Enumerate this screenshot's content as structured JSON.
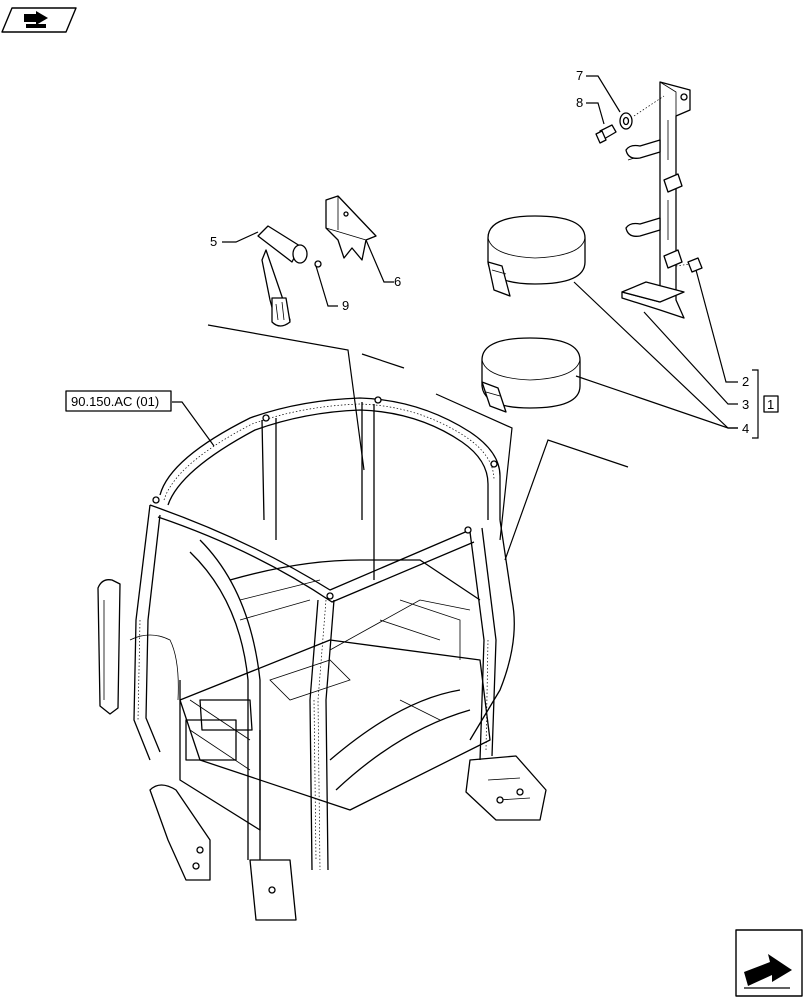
{
  "callouts": [
    {
      "id": "c2",
      "text": "2"
    },
    {
      "id": "c3",
      "text": "3"
    },
    {
      "id": "c4",
      "text": "4"
    },
    {
      "id": "c5",
      "text": "5"
    },
    {
      "id": "c6",
      "text": "6"
    },
    {
      "id": "c7",
      "text": "7"
    },
    {
      "id": "c8",
      "text": "8"
    },
    {
      "id": "c9",
      "text": "9"
    }
  ],
  "group_label": "1",
  "reference_label": "90.150.AC (01)",
  "icons": {
    "top_left": "book-arrow-icon",
    "bottom_right": "next-page-arrow-icon"
  }
}
